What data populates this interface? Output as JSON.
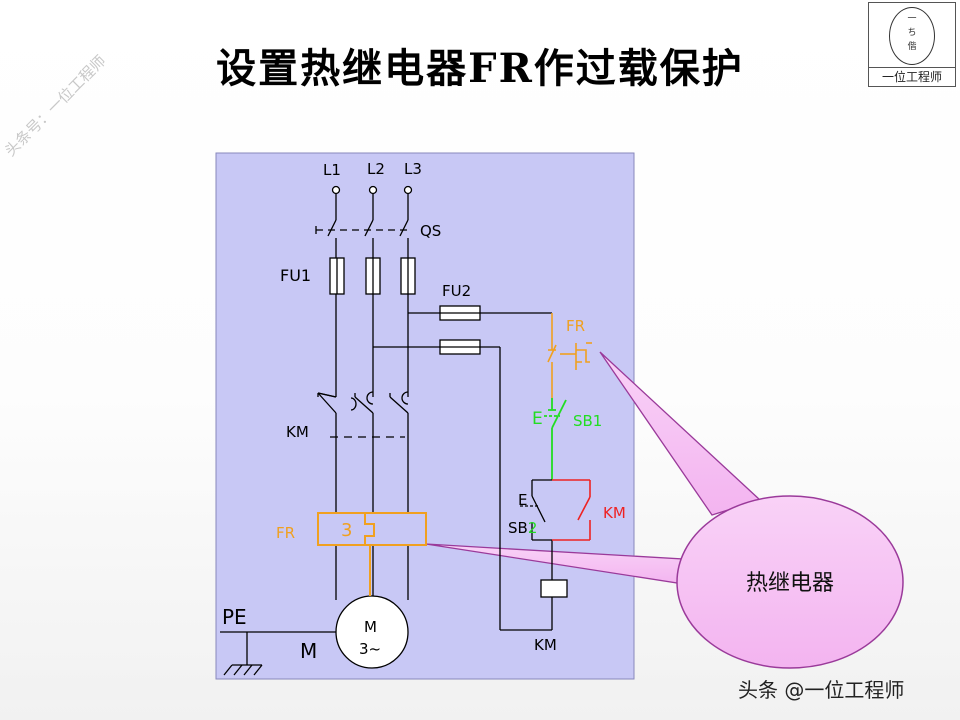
{
  "title": "设置热继电器FR作过载保护",
  "watermark_side": "头条号：一位工程师",
  "watermark_bottom": "头条 @一位工程师",
  "logo": {
    "label": "一位工程师",
    "glyphs": [
      "一",
      "ち",
      "偕"
    ]
  },
  "labels": {
    "l1": "L1",
    "l2": "L2",
    "l3": "L3",
    "qs": "QS",
    "fu1": "FU1",
    "fu2": "FU2",
    "km_main": "KM",
    "fr_main": "FR",
    "fr_digit": "3",
    "pe": "PE",
    "motor_ground": "M",
    "motor_m": "M",
    "motor_phase": "3~",
    "fr_ctrl": "FR",
    "sb1": "SB1",
    "sb2_prefix": "SB",
    "sb2_digit": "2",
    "km_aux": "KM",
    "km_coil": "KM",
    "e1": "E",
    "e2": "E"
  },
  "callout": {
    "text": "热继电器"
  },
  "colors": {
    "panel": "#c8c8f5",
    "orange": "#f0a020",
    "green": "#22dd22",
    "red": "#ee2222",
    "callout_fill": "#f7c2f4",
    "callout_stroke": "#9a3a9a"
  }
}
